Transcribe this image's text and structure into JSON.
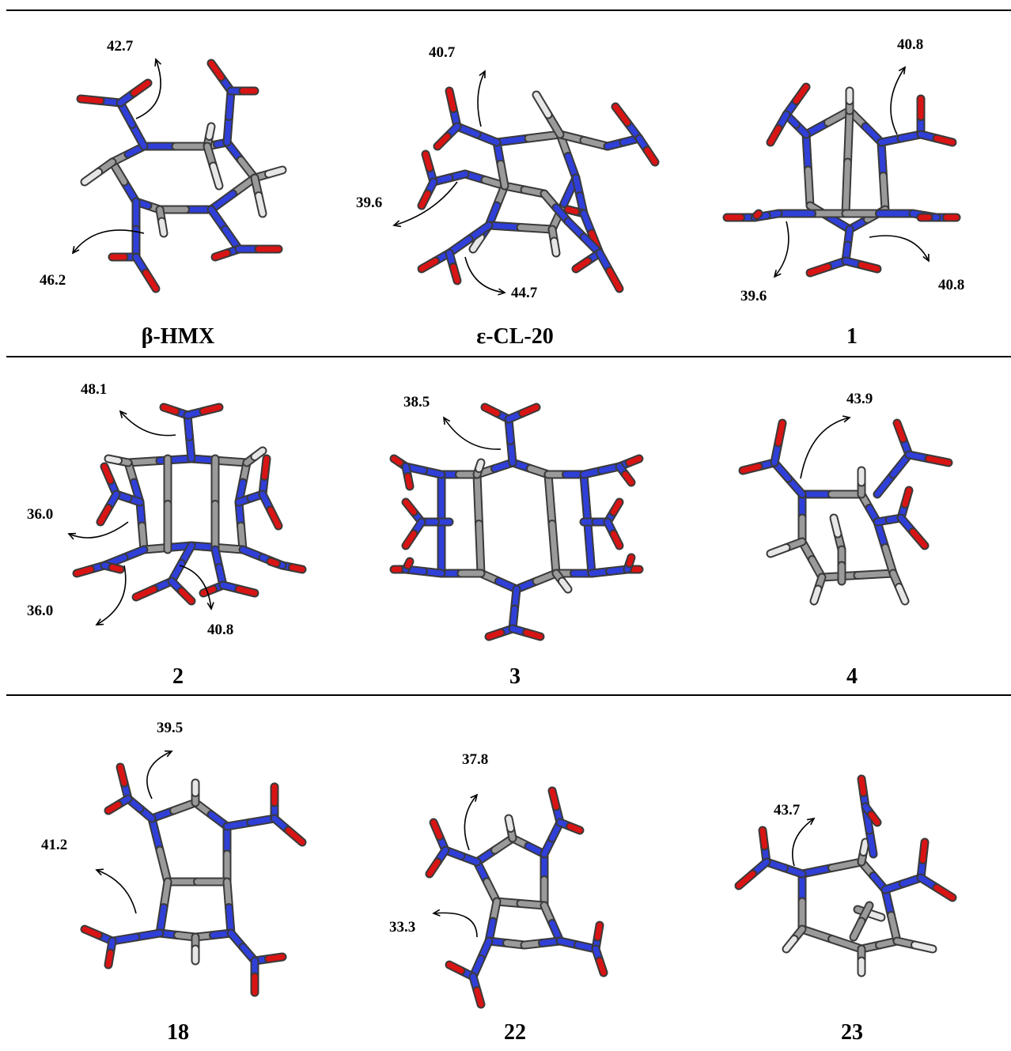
{
  "panels": [
    {
      "label": "β-HMX",
      "annotations": [
        "42.7",
        "46.2"
      ]
    },
    {
      "label": "ε-CL-20",
      "annotations": [
        "40.7",
        "39.6",
        "44.7"
      ]
    },
    {
      "label": "1",
      "annotations": [
        "40.8",
        "39.6",
        "40.8"
      ]
    },
    {
      "label": "2",
      "annotations": [
        "48.1",
        "36.0",
        "36.0",
        "40.8"
      ]
    },
    {
      "label": "3",
      "annotations": [
        "38.5"
      ]
    },
    {
      "label": "4",
      "annotations": [
        "43.9"
      ]
    },
    {
      "label": "18",
      "annotations": [
        "39.5",
        "41.2"
      ]
    },
    {
      "label": "22",
      "annotations": [
        "37.8",
        "33.3"
      ]
    },
    {
      "label": "23",
      "annotations": [
        "43.7"
      ]
    }
  ],
  "atom_colors": {
    "nitrogen": "#2f3fd8",
    "oxygen": "#d81414",
    "carbon": "#9a9a9a",
    "hydrogen": "#e6e6e6"
  }
}
